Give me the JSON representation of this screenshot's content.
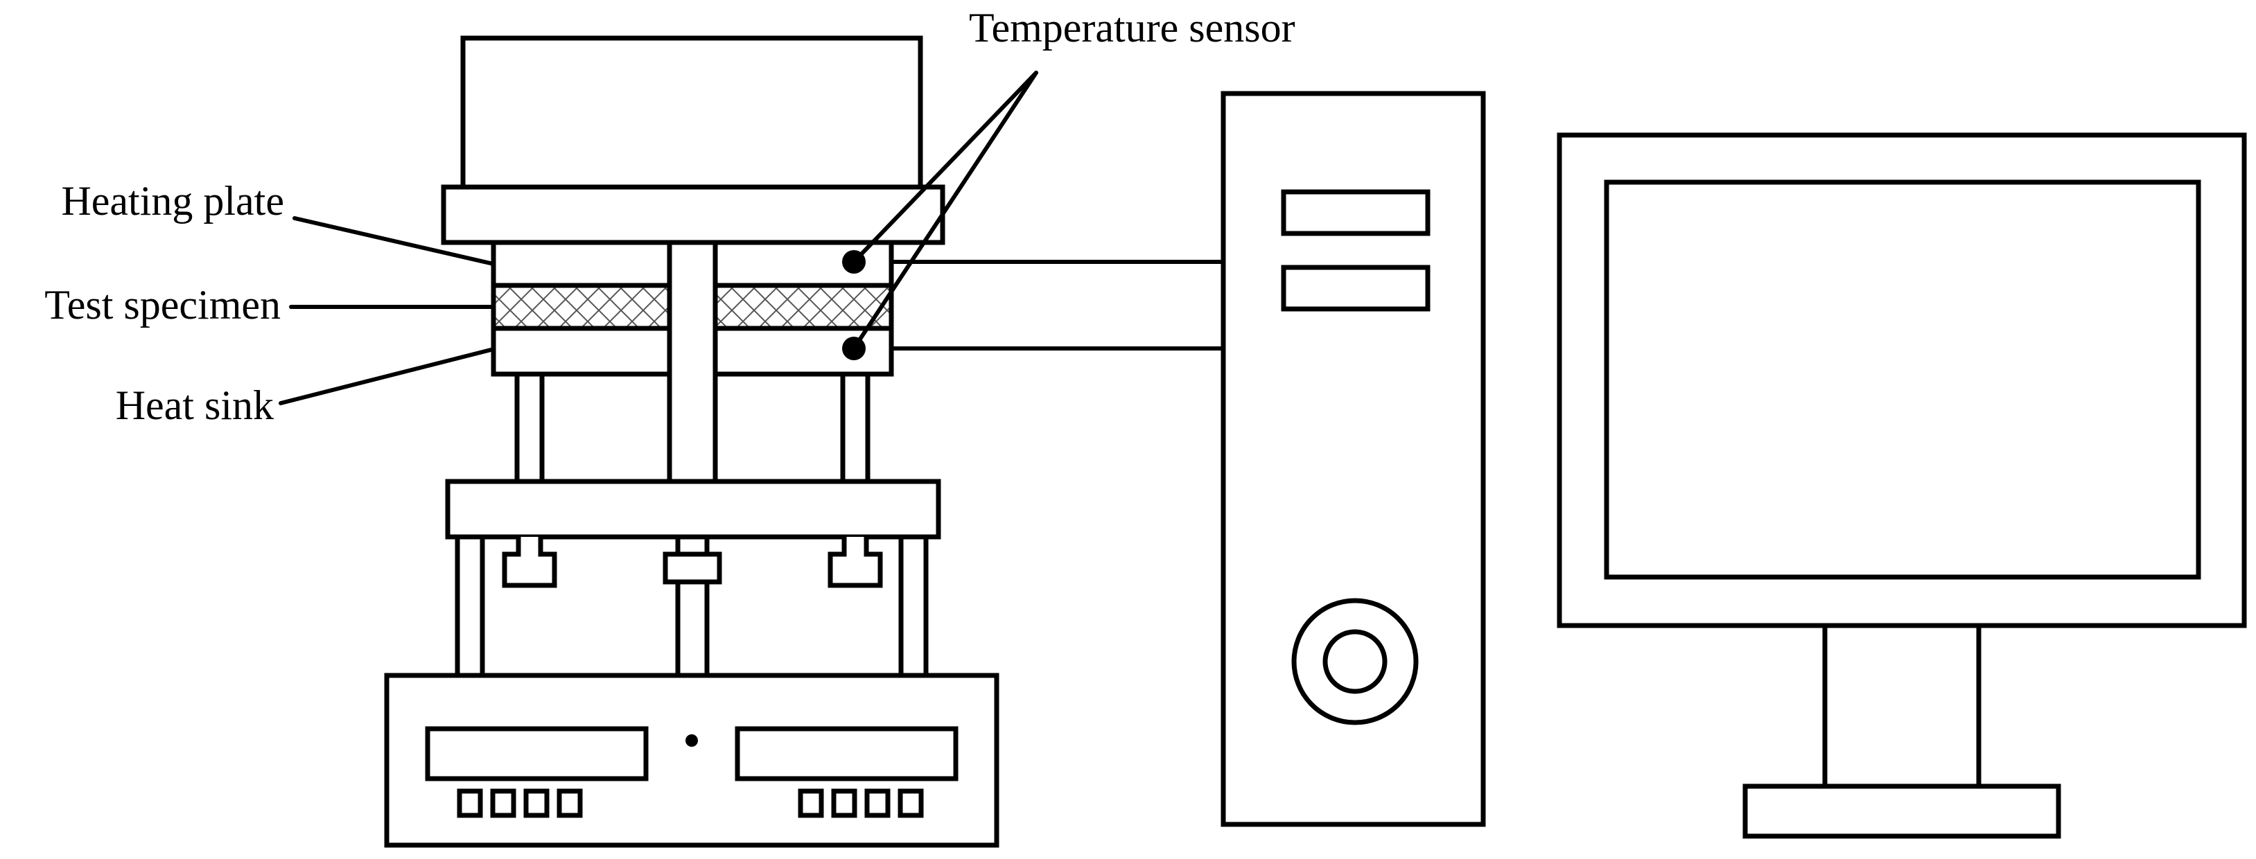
{
  "labels": {
    "heating_plate": "Heating plate",
    "test_specimen": "Test specimen",
    "heat_sink": "Heat sink",
    "temperature_sensor": "Temperature sensor"
  },
  "colors": {
    "stroke": "#000000",
    "background": "#ffffff",
    "hatch": "#555555"
  }
}
